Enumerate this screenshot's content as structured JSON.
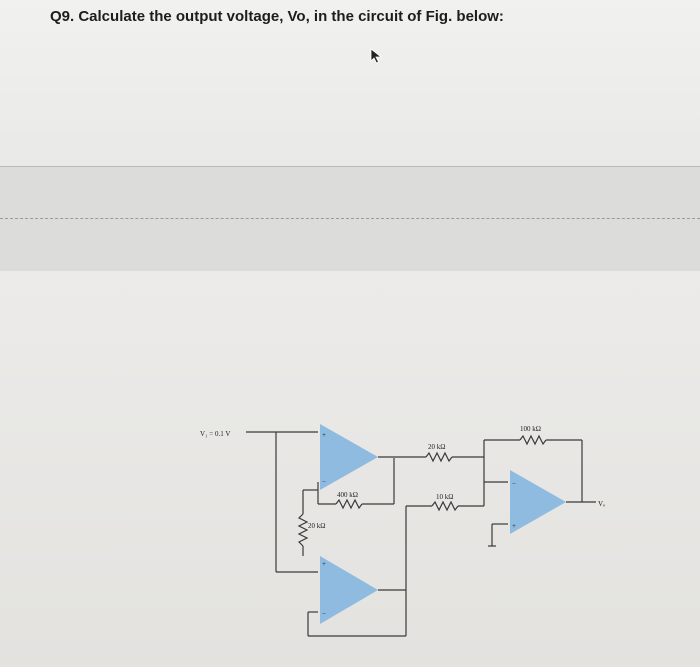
{
  "question": "Q9. Calculate the output voltage, Vo, in the circuit of Fig. below:",
  "circuit": {
    "input_label": "V₁ = 0.1 V",
    "output_label": "Vₒ",
    "r_20k_left": "20 kΩ",
    "r_400k": "400 kΩ",
    "r_20k_mid": "20 kΩ",
    "r_10k": "10 kΩ",
    "r_100k": "100 kΩ",
    "plus": "+",
    "minus": "−"
  }
}
